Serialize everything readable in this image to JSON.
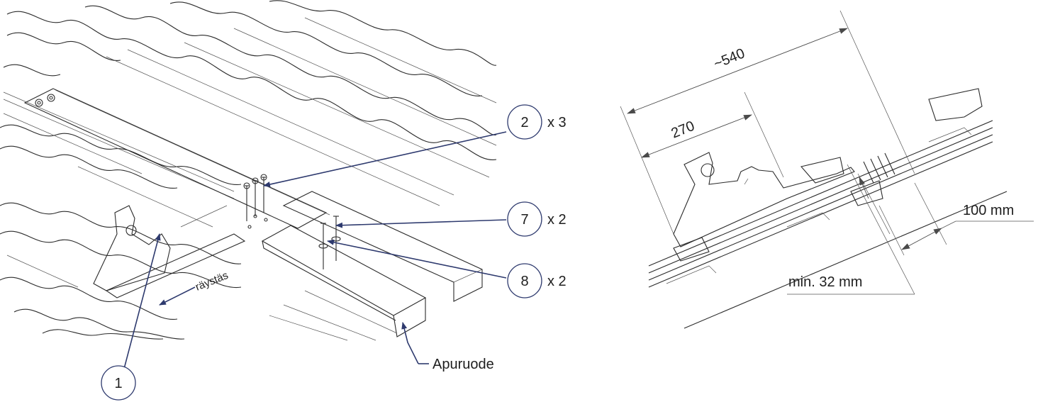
{
  "callouts": [
    {
      "num": "2",
      "qty": "x 3"
    },
    {
      "num": "7",
      "qty": "x 2"
    },
    {
      "num": "8",
      "qty": "x 2"
    },
    {
      "num": "1",
      "qty": ""
    }
  ],
  "labels": {
    "eaves": "räystäs",
    "batten": "Apuruode"
  },
  "dimensions": {
    "total": "~540",
    "half": "270",
    "edge": "100 mm",
    "min": "min. 32 mm"
  }
}
